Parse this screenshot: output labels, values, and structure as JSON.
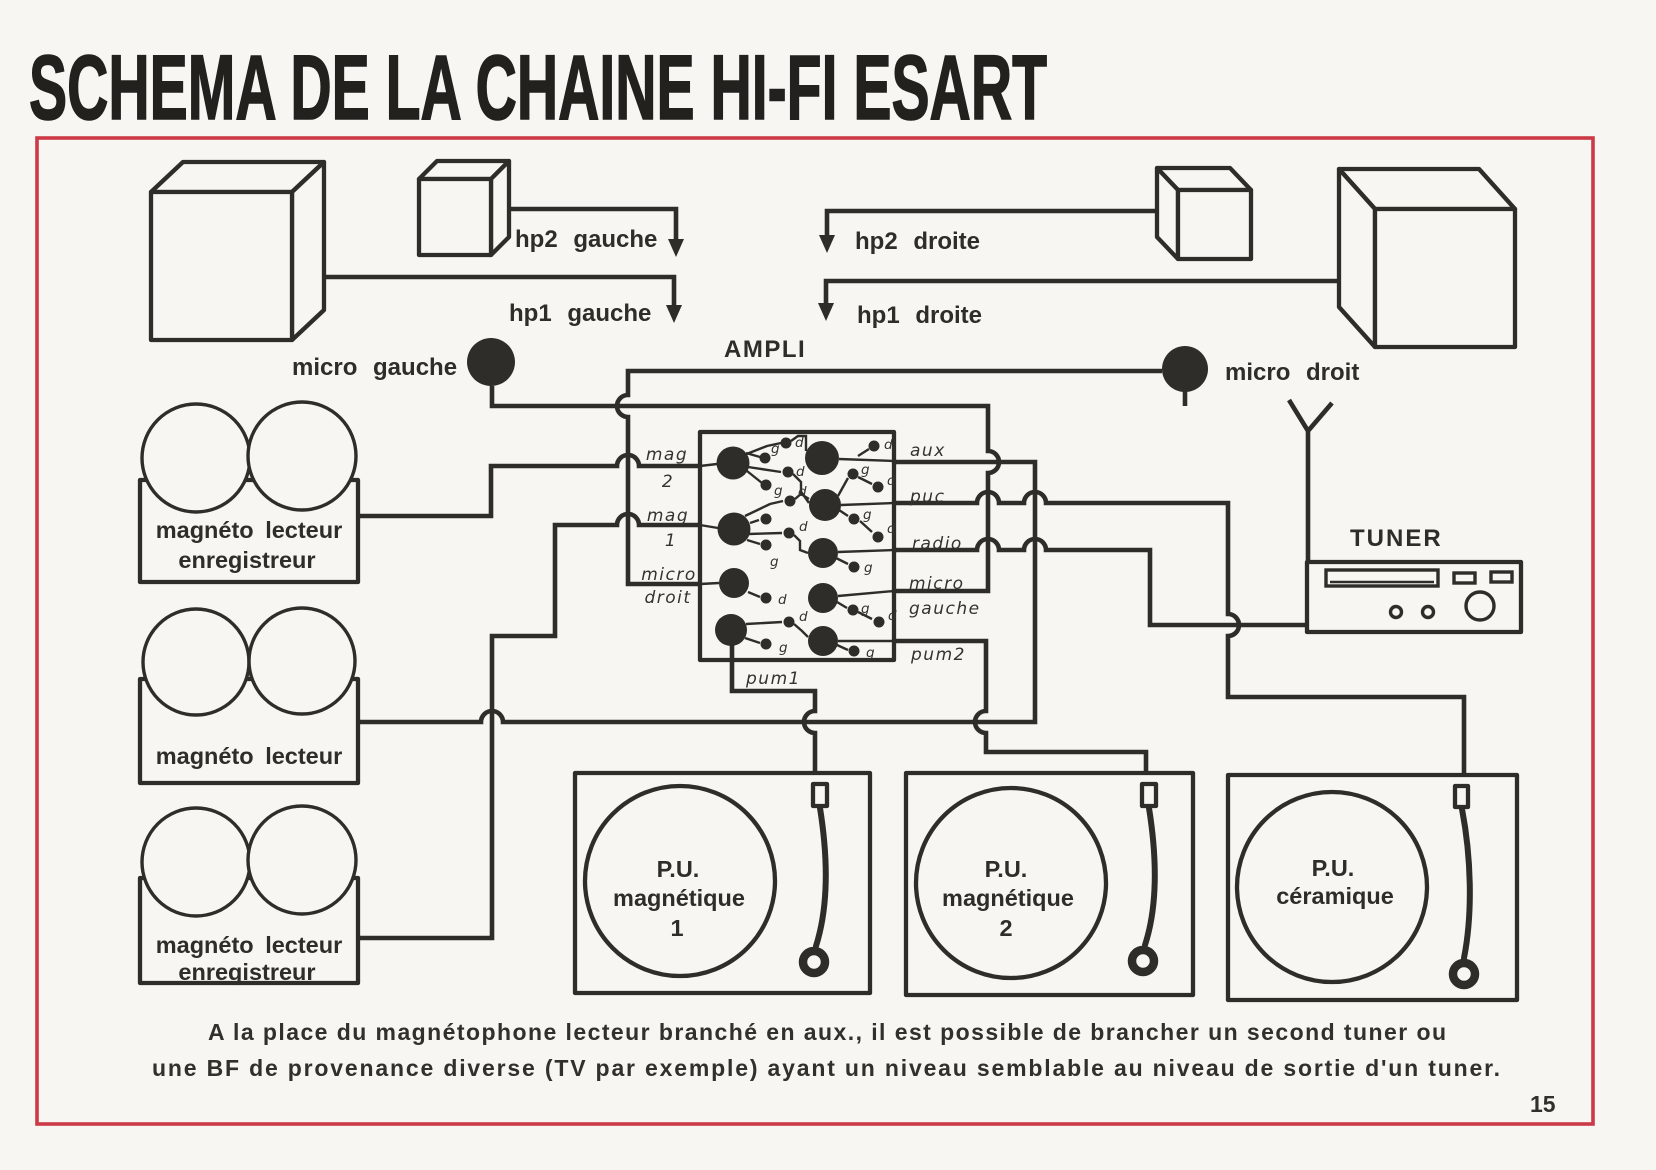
{
  "title": "SCHEMA DE LA CHAINE HI-FI ESART",
  "page_number": "15",
  "caption": {
    "line1": "A la place du magnétophone lecteur branché en aux., il est possible de brancher un second tuner ou",
    "line2": "une BF de provenance diverse (TV par exemple) ayant un niveau semblable au niveau de sortie d'un tuner."
  },
  "colors": {
    "ink": "#2e2d29",
    "frame-red": "#cb3a46",
    "paper": "#f7f6f2"
  },
  "speaker_wires": {
    "hp2_gauche": "hp2 gauche",
    "hp1_gauche": "hp1 gauche",
    "hp2_droite": "hp2 droite",
    "hp1_droite": "hp1 droite"
  },
  "microphones": {
    "micro_gauche": "micro gauche",
    "micro_droit": "micro droit"
  },
  "ampli": {
    "label": "AMPLI",
    "jacks_left": {
      "mag2_line1": "mag",
      "mag2_line2": "2",
      "mag1_line1": "mag",
      "mag1_line2": "1",
      "micro_droit_line1": "micro",
      "micro_droit_line2": "droit",
      "pum1": "pum1"
    },
    "jacks_right": {
      "aux": "aux",
      "puc": "puc",
      "radio": "radio",
      "micro_gauche_line1": "micro",
      "micro_gauche_line2": "gauche",
      "pum2": "pum2"
    },
    "pin_letters": {
      "d": "d",
      "g": "g"
    }
  },
  "tuner": {
    "label": "TUNER"
  },
  "tape_recorders": {
    "magneto1_line1": "magnéto lecteur",
    "magneto1_line2": "enregistreur",
    "magneto2_line1": "magnéto lecteur",
    "magneto3_line1": "magnéto lecteur",
    "magneto3_line2": "enregistreur"
  },
  "turntables": {
    "t1_line1": "P.U.",
    "t1_line2": "magnétique",
    "t1_line3": "1",
    "t2_line1": "P.U.",
    "t2_line2": "magnétique",
    "t2_line3": "2",
    "t3_line1": "P.U.",
    "t3_line2": "céramique"
  }
}
